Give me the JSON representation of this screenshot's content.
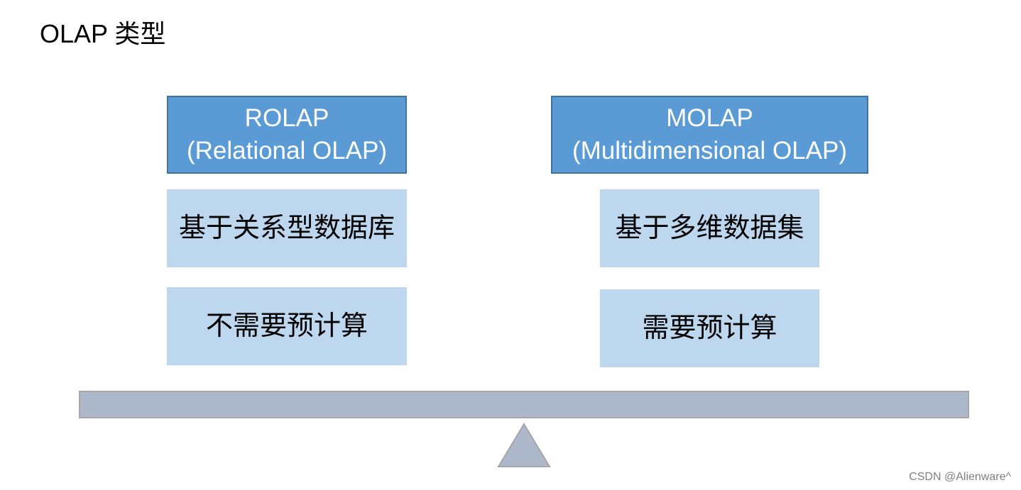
{
  "title": "OLAP 类型",
  "left": {
    "header_line1": "ROLAP",
    "header_line2": "(Relational OLAP)",
    "feature1": "基于关系型数据库",
    "feature2": "不需要预计算"
  },
  "right": {
    "header_line1": "MOLAP",
    "header_line2": "(Multidimensional OLAP)",
    "feature1": "基于多维数据集",
    "feature2": "需要预计算"
  },
  "watermark": "CSDN @Alienware^",
  "colors": {
    "header_fill": "#5b9bd5",
    "header_border": "#41719c",
    "feature_fill": "#bdd7ee",
    "beam_fill": "#adb9ca",
    "fulcrum_fill": "#adb9ca"
  }
}
